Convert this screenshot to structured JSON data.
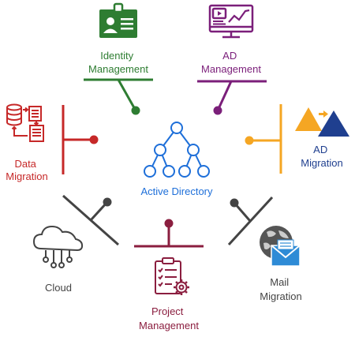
{
  "center": {
    "label": "Active Directory",
    "color": "#1e6fd9"
  },
  "nodes": [
    {
      "id": "identity-management",
      "lines": [
        "Identity",
        "Management"
      ],
      "color": "#2e7d32",
      "icon": "id-card-icon"
    },
    {
      "id": "ad-management",
      "lines": [
        "AD",
        "Management"
      ],
      "color": "#7b1f7a",
      "icon": "monitor-chart-icon"
    },
    {
      "id": "ad-migration",
      "lines": [
        "AD",
        "Migration"
      ],
      "color": "#1f3f8f",
      "accent": "#f5a623",
      "icon": "triangles-icon"
    },
    {
      "id": "mail-migration",
      "lines": [
        "Mail",
        "Migration"
      ],
      "color": "#444444",
      "accent": "#2e8bd6",
      "icon": "globe-mail-icon"
    },
    {
      "id": "project-management",
      "lines": [
        "Project",
        "Management"
      ],
      "color": "#8b1e3f",
      "icon": "checklist-gear-icon"
    },
    {
      "id": "cloud",
      "lines": [
        "Cloud"
      ],
      "color": "#444444",
      "icon": "cloud-network-icon"
    },
    {
      "id": "data-migration",
      "lines": [
        "Data",
        "Migration"
      ],
      "color": "#c62828",
      "icon": "database-transfer-icon"
    }
  ]
}
